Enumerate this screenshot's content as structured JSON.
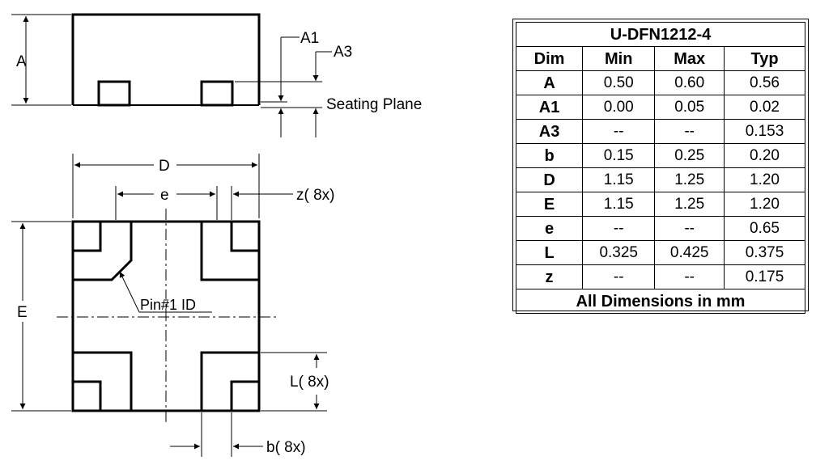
{
  "labels": {
    "A": "A",
    "A1": "A1",
    "A3": "A3",
    "seating_plane": "Seating Plane",
    "D": "D",
    "e": "e",
    "z": "z(  8x)",
    "E": "E",
    "pin1": "Pin#1 ID",
    "L": "L(  8x)",
    "b": "b(  8x)"
  },
  "table": {
    "title": "U-DFN1212-4",
    "headers": [
      "Dim",
      "Min",
      "Max",
      "Typ"
    ],
    "rows": [
      {
        "dim": "A",
        "min": "0.50",
        "max": "0.60",
        "typ": "0.56"
      },
      {
        "dim": "A1",
        "min": "0.00",
        "max": "0.05",
        "typ": "0.02"
      },
      {
        "dim": "A3",
        "min": "--",
        "max": "--",
        "typ": "0.153"
      },
      {
        "dim": "b",
        "min": "0.15",
        "max": "0.25",
        "typ": "0.20"
      },
      {
        "dim": "D",
        "min": "1.15",
        "max": "1.25",
        "typ": "1.20"
      },
      {
        "dim": "E",
        "min": "1.15",
        "max": "1.25",
        "typ": "1.20"
      },
      {
        "dim": "e",
        "min": "--",
        "max": "--",
        "typ": "0.65"
      },
      {
        "dim": "L",
        "min": "0.325",
        "max": "0.425",
        "typ": "0.375"
      },
      {
        "dim": "z",
        "min": "--",
        "max": "--",
        "typ": "0.175"
      }
    ],
    "footer": "All Dimensions in mm"
  }
}
